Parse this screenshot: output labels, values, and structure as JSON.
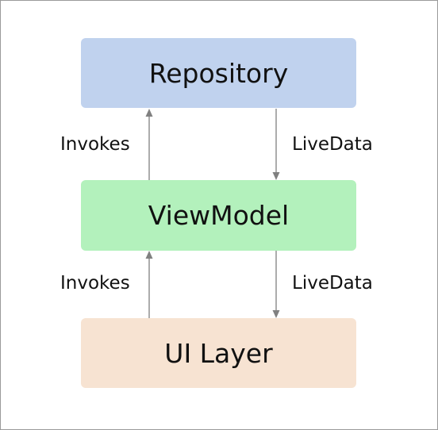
{
  "nodes": {
    "repository": {
      "label": "Repository",
      "color": "#c0d2ee"
    },
    "viewmodel": {
      "label": "ViewModel",
      "color": "#b3f1bc"
    },
    "ui_layer": {
      "label": "UI Layer",
      "color": "#f7e3d2"
    }
  },
  "edges": [
    {
      "from": "ViewModel",
      "to": "Repository",
      "label": "Invokes"
    },
    {
      "from": "Repository",
      "to": "ViewModel",
      "label": "LiveData"
    },
    {
      "from": "UI Layer",
      "to": "ViewModel",
      "label": "Invokes"
    },
    {
      "from": "ViewModel",
      "to": "UI Layer",
      "label": "LiveData"
    }
  ],
  "colors": {
    "arrow": "#808080",
    "frame": "#9a9a9a"
  }
}
